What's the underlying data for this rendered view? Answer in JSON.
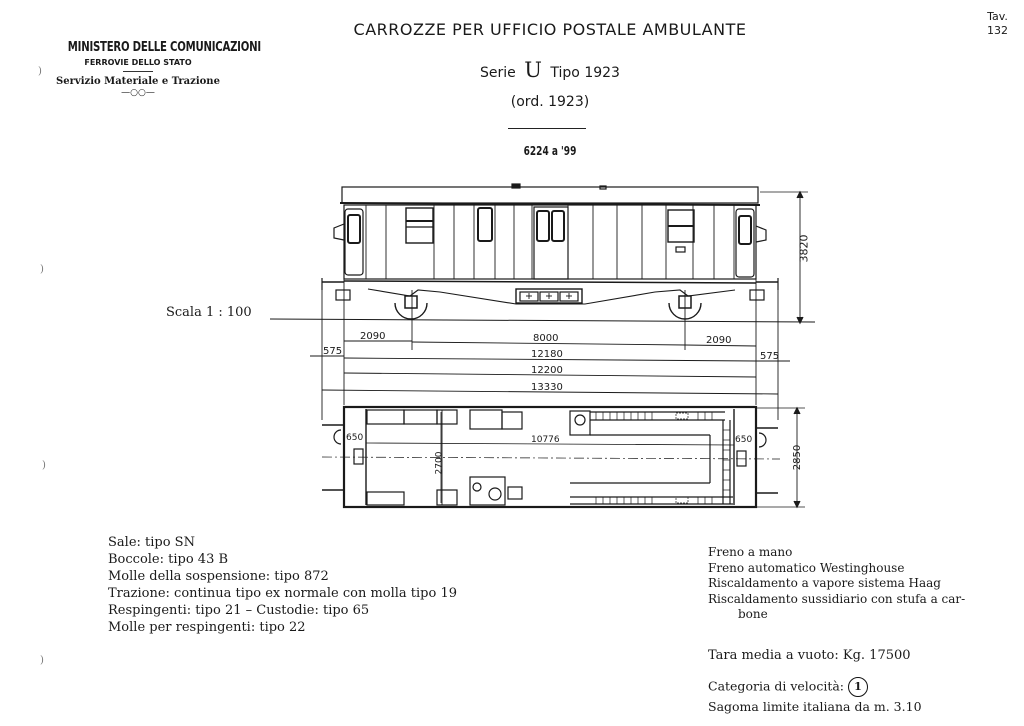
{
  "header": {
    "ministry": "MINISTERO DELLE COMUNICAZIONI",
    "railway": "FERROVIE DELLO STATO",
    "service": "Servizio Materiale e Trazione",
    "ornament": "—○○—",
    "title": "CARROZZE PER UFFICIO POSTALE AMBULANTE",
    "series_prefix": "Serie",
    "series_letter": "U",
    "series_suffix": "Tipo 1923",
    "order": "(ord. 1923)",
    "numbers": "6224 a '99",
    "table_label": "Tav.",
    "table_number": "132"
  },
  "drawing": {
    "scale": "Scala 1 : 100",
    "side_view": {
      "height_dim": "3820"
    },
    "length_dims": {
      "overhang_left": "2090",
      "wheelbase": "8000",
      "overhang_right": "2090",
      "buffer_left": "575",
      "buffer_right": "575",
      "body_length": "12180",
      "frame_length": "12200",
      "length_over_buffers": "13330"
    },
    "plan_view": {
      "vestibule_left": "650",
      "vestibule_right": "650",
      "interior_length": "10776",
      "interior_width": "2700",
      "width_over_body": "2850"
    }
  },
  "specs_left": [
    "Sale: tipo SN",
    "Boccole: tipo 43 B",
    "Molle della sospensione: tipo 872",
    "Trazione: continua tipo ex normale con molla tipo 19",
    "Respingenti: tipo 21 – Custodie: tipo 65",
    "Molle per respingenti: tipo 22"
  ],
  "specs_right": [
    "Freno a mano",
    "Freno automatico Westinghouse",
    "Riscaldamento a vapore sistema Haag",
    "Riscaldamento sussidiario con stufa a car-",
    "bone"
  ],
  "tara": "Tara media a vuoto: Kg. 17500",
  "categoria_label": "Categoria di velocità:",
  "categoria_value": "1",
  "sagoma": "Sagoma limite italiana da m. 3.10",
  "colors": {
    "ink": "#1a1a1a",
    "paper": "#ffffff"
  }
}
